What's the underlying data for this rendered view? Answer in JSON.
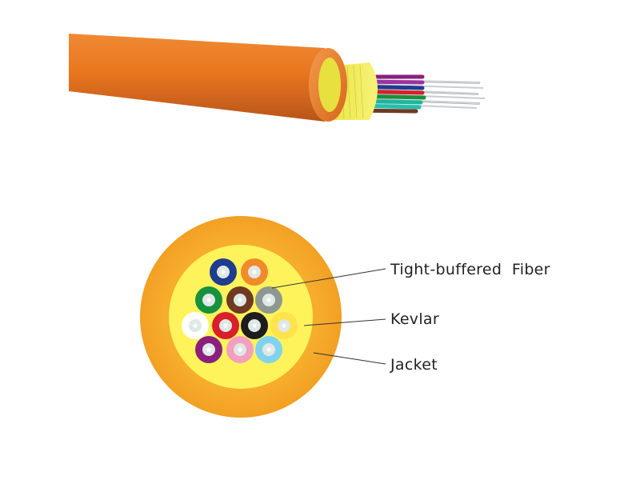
{
  "labels": {
    "fiber": "Tight-buffered  Fiber",
    "kevlar": "Kevlar",
    "jacket": "Jacket"
  },
  "colors": {
    "jacket_orange": "#f5a623",
    "cable_orange": "#e8761e",
    "kevlar_yellow": "#fff35c",
    "fiber_core": "#dfe8e6"
  },
  "fibers": [
    {
      "name": "blue",
      "color": "#1f3c8f"
    },
    {
      "name": "orange",
      "color": "#f08a2a"
    },
    {
      "name": "green",
      "color": "#17913f"
    },
    {
      "name": "brown",
      "color": "#6f3a22"
    },
    {
      "name": "slate",
      "color": "#8f9792"
    },
    {
      "name": "white",
      "color": "#ffffff"
    },
    {
      "name": "red",
      "color": "#d81f2a"
    },
    {
      "name": "black",
      "color": "#1d1d1d"
    },
    {
      "name": "yellow",
      "color": "#ffe34a"
    },
    {
      "name": "violet",
      "color": "#8a1f7e"
    },
    {
      "name": "rose",
      "color": "#f2a0bf"
    },
    {
      "name": "aqua",
      "color": "#7fd3ee"
    }
  ]
}
